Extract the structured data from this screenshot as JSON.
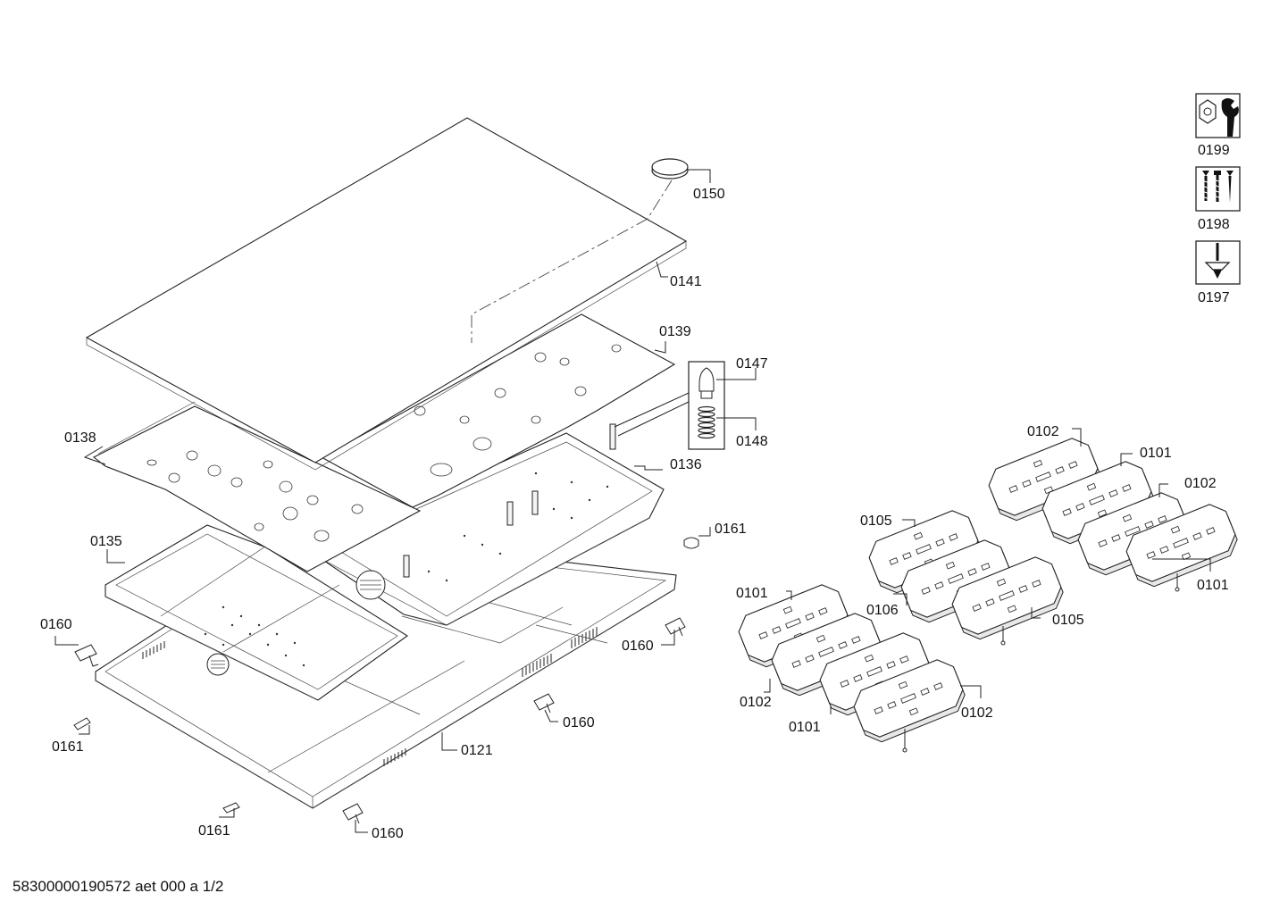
{
  "document_number": "58300000190572 aet 000 a 1/2",
  "tool_icons": [
    {
      "label": "0199",
      "icon": "wrench-nut-icon"
    },
    {
      "label": "0198",
      "icon": "screws-icon"
    },
    {
      "label": "0197",
      "icon": "screwdriver-icon"
    }
  ],
  "callouts": {
    "p0150": "0150",
    "p0141": "0141",
    "p0139": "0139",
    "p0147": "0147",
    "p0148": "0148",
    "p0138": "0138",
    "p0136": "0136",
    "p0135": "0135",
    "p0161_a": "0161",
    "p0160_a": "0160",
    "p0160_b": "0160",
    "p0160_c": "0160",
    "p0160_d": "0160",
    "p0161_b": "0161",
    "p0161_c": "0161",
    "p0121": "0121",
    "p0102_a": "0102",
    "p0101_a": "0101",
    "p0102_b": "0102",
    "p0105_a": "0105",
    "p0101_b": "0101",
    "p0106": "0106",
    "p0105_b": "0105",
    "p0101_c": "0101",
    "p0102_c": "0102",
    "p0101_d": "0101",
    "p0102_d": "0102"
  }
}
